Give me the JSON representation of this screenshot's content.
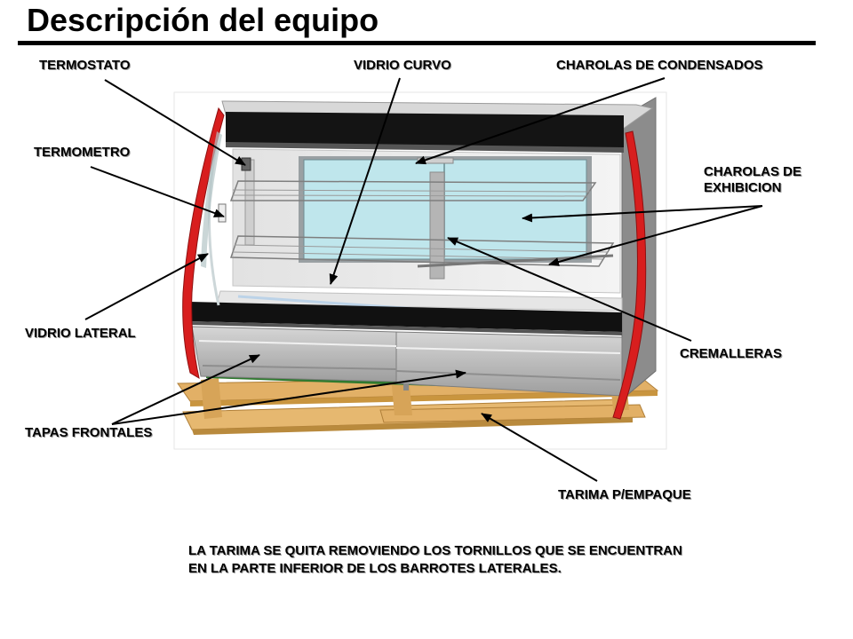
{
  "title": "Descripción del equipo",
  "labels": {
    "termostato": "TERMOSTATO",
    "vidrio_curvo": "VIDRIO CURVO",
    "charolas_condensados": "CHAROLAS DE CONDENSADOS",
    "termometro": "TERMOMETRO",
    "charolas_exhibicion_line1": "CHAROLAS DE",
    "charolas_exhibicion_line2": "EXHIBICION",
    "vidrio_lateral": "VIDRIO LATERAL",
    "cremalleras": "CREMALLERAS",
    "tapas_frontales": "TAPAS FRONTALES",
    "tarima": "TARIMA P/EMPAQUE"
  },
  "note": {
    "line1": "LA TARIMA SE QUITA REMOVIENDO LOS TORNILLOS QUE SE ENCUENTRAN",
    "line2": "EN LA PARTE INFERIOR DE LOS BARROTES LATERALES."
  },
  "colors": {
    "frame_red": "#d81e1e",
    "trim_black": "#111111",
    "steel": "#b8b8b8",
    "steel_dark": "#8c8c8c",
    "glass": "#bfe6ec",
    "wood": "#e2b066",
    "wood_dark": "#b07f38",
    "base_green": "#2f7a2f"
  }
}
